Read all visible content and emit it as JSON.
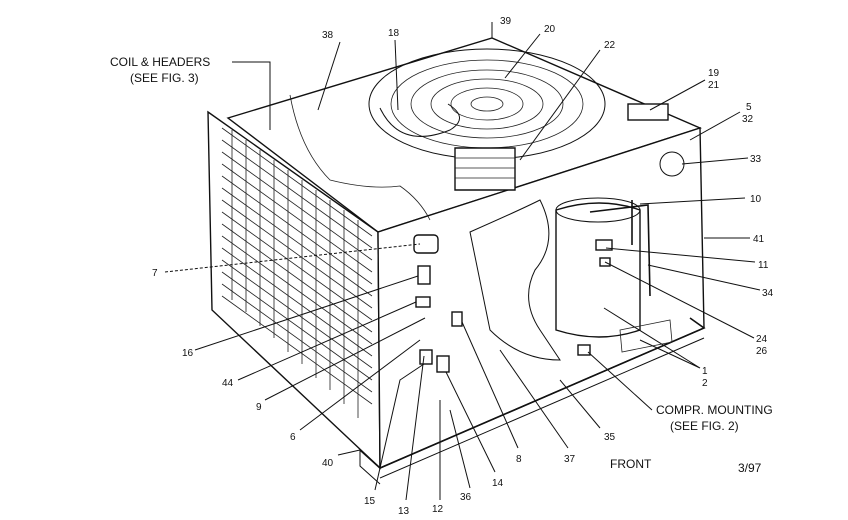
{
  "diagram": {
    "callouts": {
      "c39": "39",
      "c38": "38",
      "c18": "18",
      "c20": "20",
      "c22": "22",
      "c19": "19",
      "c21": "21",
      "c5": "5",
      "c32": "32",
      "c33": "33",
      "c10": "10",
      "c41": "41",
      "c11": "11",
      "c34": "34",
      "c24": "24",
      "c26": "26",
      "c1": "1",
      "c2": "2",
      "c7": "7",
      "c16": "16",
      "c44": "44",
      "c9": "9",
      "c6": "6",
      "c40": "40",
      "c15": "15",
      "c13": "13",
      "c12": "12",
      "c36": "36",
      "c14": "14",
      "c8": "8",
      "c37": "37",
      "c35": "35"
    },
    "coil_headers_line1": "COIL & HEADERS",
    "coil_headers_line2": "(SEE FIG. 3)",
    "compr_mounting_line1": "COMPR. MOUNTING",
    "compr_mounting_line2": "(SEE FIG. 2)",
    "front_label": "FRONT",
    "date_code": "3/97"
  }
}
